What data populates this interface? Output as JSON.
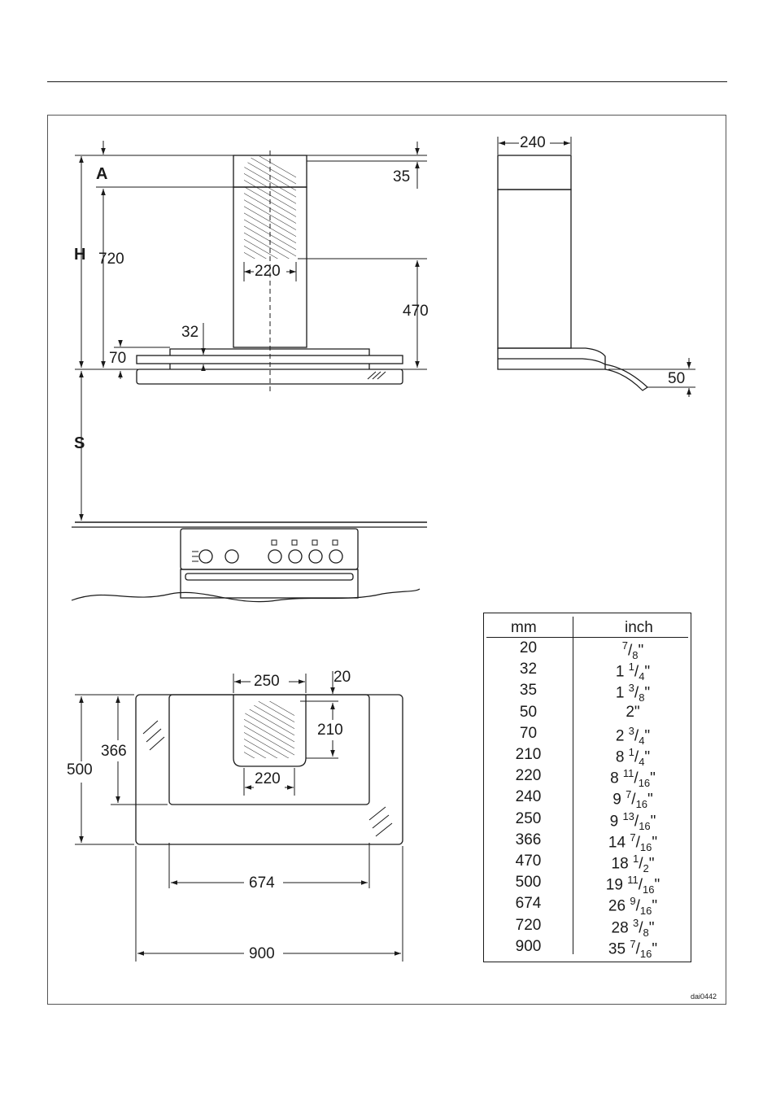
{
  "diagram": {
    "front_labels": {
      "A": "A",
      "H": "H",
      "S": "S",
      "d720": "720",
      "d35": "35",
      "d220": "220",
      "d470": "470",
      "d32": "32",
      "d70": "70"
    },
    "side_labels": {
      "d240": "240",
      "d50": "50"
    },
    "top_labels": {
      "d250": "250",
      "d20": "20",
      "d210": "210",
      "d366": "366",
      "d500": "500",
      "d220": "220",
      "d674": "674",
      "d900": "900"
    },
    "reference": "dai0442"
  },
  "table": {
    "headers": {
      "mm": "mm",
      "inch": "inch"
    },
    "rows": [
      {
        "mm": "20",
        "whole": "",
        "num": "7",
        "den": "8"
      },
      {
        "mm": "32",
        "whole": "1",
        "num": "1",
        "den": "4"
      },
      {
        "mm": "35",
        "whole": "1",
        "num": "3",
        "den": "8"
      },
      {
        "mm": "50",
        "whole": "2",
        "num": "",
        "den": ""
      },
      {
        "mm": "70",
        "whole": "2",
        "num": "3",
        "den": "4"
      },
      {
        "mm": "210",
        "whole": "8",
        "num": "1",
        "den": "4"
      },
      {
        "mm": "220",
        "whole": "8",
        "num": "11",
        "den": "16"
      },
      {
        "mm": "240",
        "whole": "9",
        "num": "7",
        "den": "16"
      },
      {
        "mm": "250",
        "whole": "9",
        "num": "13",
        "den": "16"
      },
      {
        "mm": "366",
        "whole": "14",
        "num": "7",
        "den": "16"
      },
      {
        "mm": "470",
        "whole": "18",
        "num": "1",
        "den": "2"
      },
      {
        "mm": "500",
        "whole": "19",
        "num": "11",
        "den": "16"
      },
      {
        "mm": "674",
        "whole": "26",
        "num": "9",
        "den": "16"
      },
      {
        "mm": "720",
        "whole": "28",
        "num": "3",
        "den": "8"
      },
      {
        "mm": "900",
        "whole": "35",
        "num": "7",
        "den": "16"
      }
    ]
  }
}
